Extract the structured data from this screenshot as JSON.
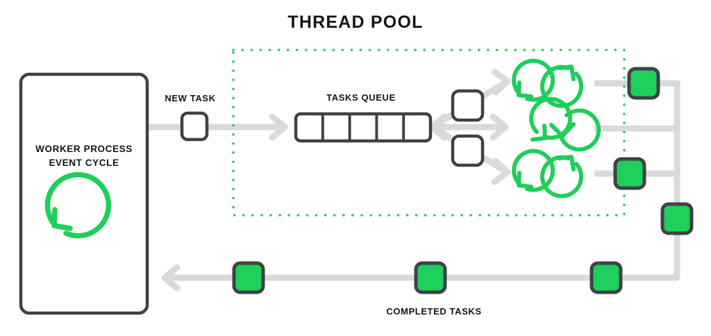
{
  "diagram": {
    "title": "THREAD POOL",
    "colors": {
      "accent_green": "#1ECF5A",
      "box_border": "#3E4247",
      "path_gray": "#D8DADC",
      "text_dark": "#141414",
      "background": "#FFFFFF"
    },
    "worker_process": {
      "label_line1": "WORKER PROCESS",
      "label_line2": "EVENT CYCLE",
      "icon": "refresh-cycle-icon"
    },
    "new_task": {
      "label": "NEW TASK",
      "state": "empty"
    },
    "tasks_queue": {
      "label": "TASKS QUEUE",
      "slots": 5,
      "slot_states": [
        "empty",
        "empty",
        "empty",
        "empty",
        "empty"
      ]
    },
    "dispatch_slots": [
      {
        "state": "empty"
      },
      {
        "state": "empty"
      }
    ],
    "thread_rows": [
      {
        "threads": [
          "refresh-ccw-icon",
          "refresh-cw-icon"
        ]
      },
      {
        "threads": [
          "refresh-cw-icon",
          "refresh-ccw-icon"
        ]
      },
      {
        "threads": [
          "refresh-ccw-icon",
          "refresh-cw-icon"
        ]
      }
    ],
    "completed_tasks": {
      "label": "COMPLETED TASKS",
      "count": 6
    },
    "pool_boundary": {
      "style": "dotted",
      "color": "#1ECF5A"
    }
  }
}
